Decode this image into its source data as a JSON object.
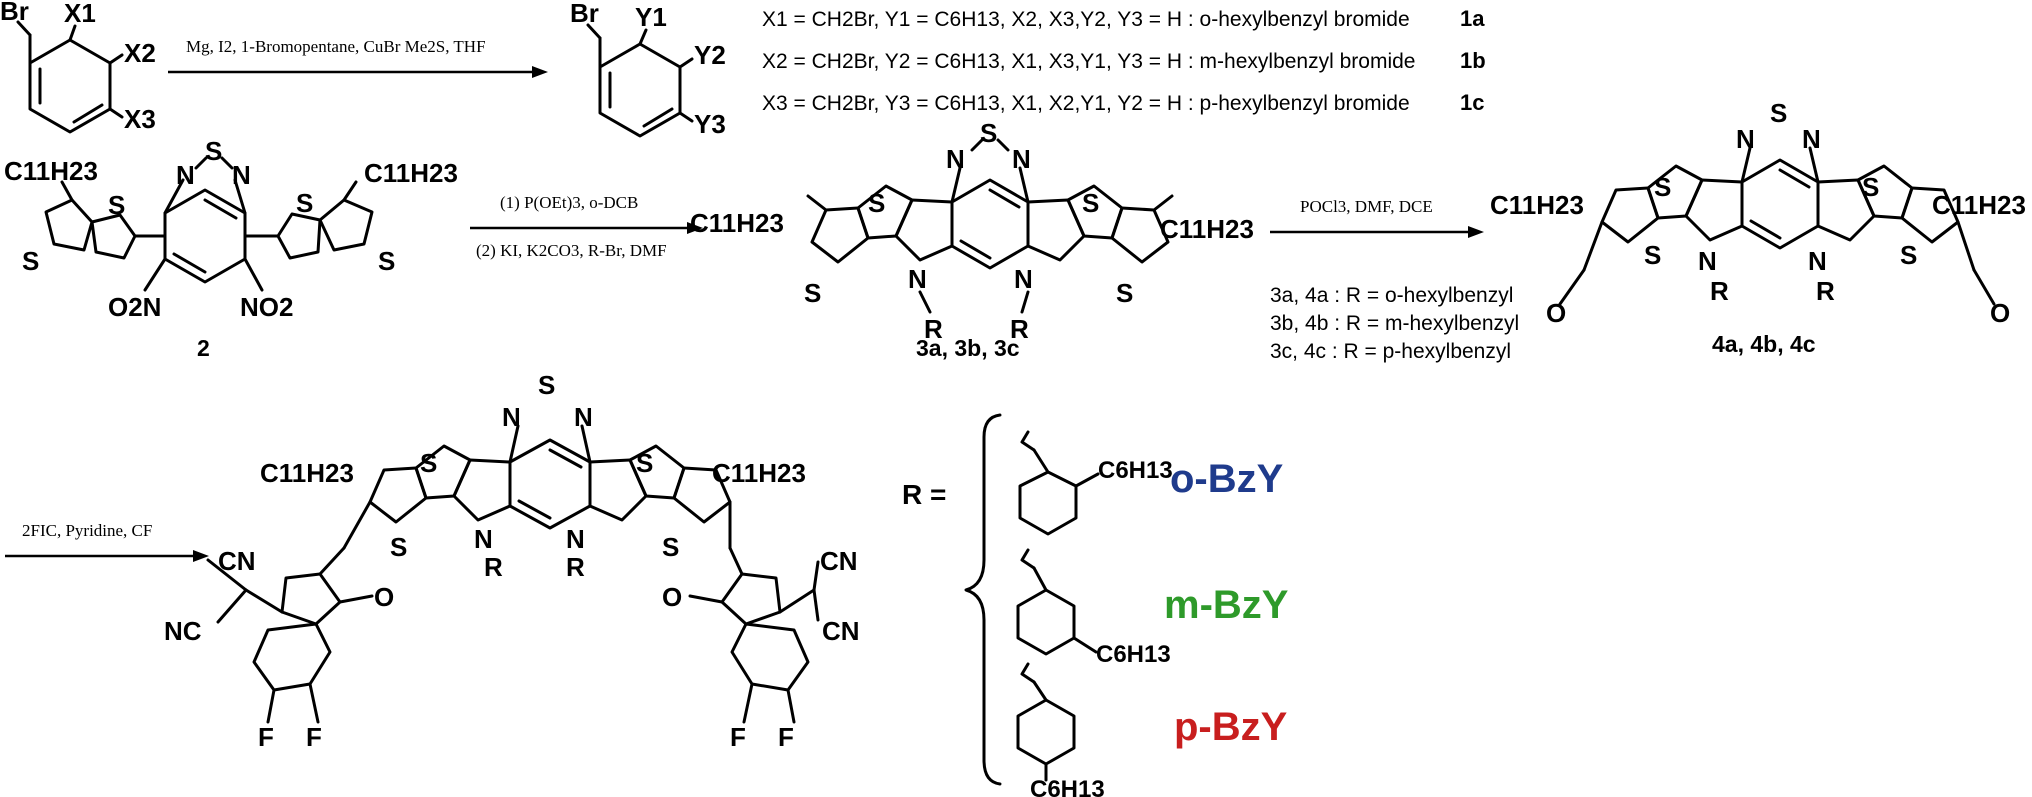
{
  "colors": {
    "o_bzy": "#1f3b8c",
    "m_bzy": "#2e9a2a",
    "p_bzy": "#c81e1e",
    "ink": "#000000"
  },
  "reactions": {
    "r1_conditions": "Mg, I2, 1-Bromopentane, CuBr Me2S, THF",
    "r2_step1": "(1) P(OEt)3, o-DCB",
    "r2_step2": "(2) KI, K2CO3, R-Br, DMF",
    "r3_conditions": "POCl3, DMF, DCE",
    "r4_conditions": "2FIC, Pyridine, CF"
  },
  "bromide_defs": [
    {
      "text": "X1 = CH2Br, Y1 = C6H13, X2, X3,Y2, Y3 = H : o-hexylbenzyl bromide",
      "id": "1a"
    },
    {
      "text": "X2 = CH2Br, Y2 = C6H13, X1, X3,Y1, Y3 = H : m-hexylbenzyl bromide",
      "id": "1b"
    },
    {
      "text": "X3 = CH2Br, Y3 = C6H13, X1, X2,Y1, Y2 = H : p-hexylbenzyl bromide",
      "id": "1c"
    }
  ],
  "r_defs": [
    "3a, 4a : R = o-hexylbenzyl",
    "3b, 4b : R = m-hexylbenzyl",
    "3c, 4c : R = p-hexylbenzyl"
  ],
  "compound_labels": {
    "c2": "2",
    "c3": "3a, 3b, 3c",
    "c4": "4a, 4b, 4c"
  },
  "r_equals": "R =",
  "products": {
    "o": "o-BzY",
    "m": "m-BzY",
    "p": "p-BzY"
  },
  "atoms": {
    "Br": "Br",
    "X1": "X1",
    "X2": "X2",
    "X3": "X3",
    "Y1": "Y1",
    "Y2": "Y2",
    "Y3": "Y3",
    "C11H23": "C11H23",
    "C6H13": "C6H13",
    "S": "S",
    "N": "N",
    "NO2": "NO2",
    "O2N": "O2N",
    "O": "O",
    "R": "R",
    "CN": "CN",
    "NC": "NC",
    "F": "F"
  }
}
